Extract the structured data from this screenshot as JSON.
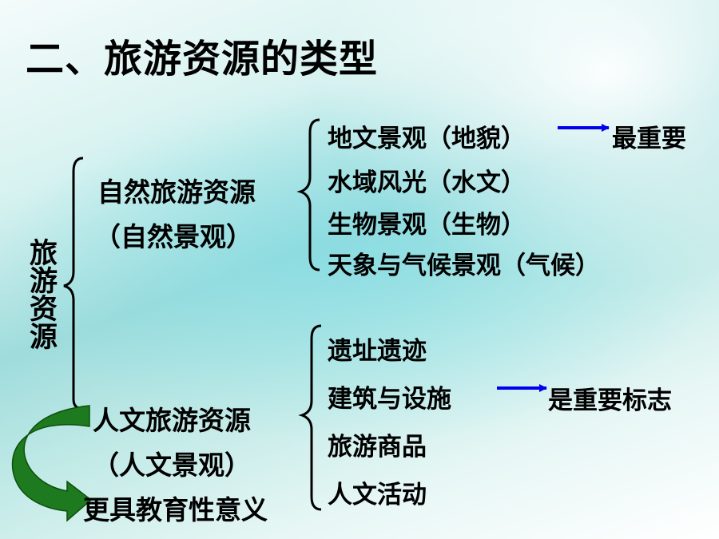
{
  "title": "二、旅游资源的类型",
  "root": "旅游资源",
  "natural": {
    "label": "自然旅游资源",
    "sublabel": "（自然景观）",
    "items": [
      "地文景观（地貌）",
      "水域风光（水文）",
      "生物景观（生物）",
      "天象与气候景观（气候）"
    ],
    "note": "最重要"
  },
  "cultural": {
    "label": "人文旅游资源",
    "sublabel": "（人文景观）",
    "items": [
      "遗址遗迹",
      "建筑与设施",
      "旅游商品",
      "人文活动"
    ],
    "note": "是重要标志",
    "significance": "更具教育性意义"
  },
  "colors": {
    "text": "#000000",
    "arrow_blue": "#0000ee",
    "arrow_green": "#1e7a1e"
  }
}
